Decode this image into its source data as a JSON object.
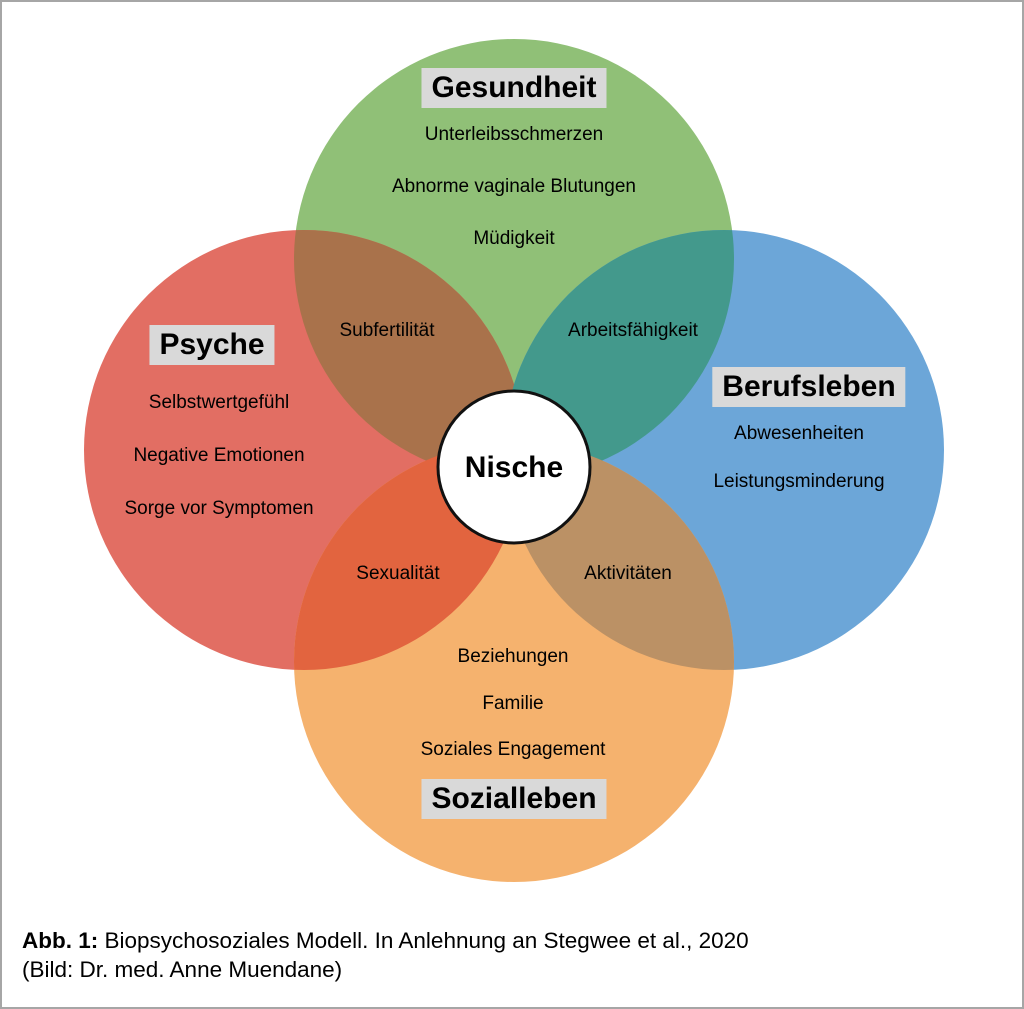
{
  "diagram": {
    "center": {
      "label": "Nische"
    },
    "circles": [
      {
        "id": "gesundheit",
        "title": "Gesundheit",
        "color": "#90c077",
        "items": [
          "Unterleibsschmerzen",
          "Abnorme vaginale Blutungen",
          "Müdigkeit"
        ]
      },
      {
        "id": "psyche",
        "title": "Psyche",
        "color": "#e26e63",
        "items": [
          "Selbstwertgefühl",
          "Negative Emotionen",
          "Sorge vor Symptomen"
        ]
      },
      {
        "id": "berufsleben",
        "title": "Berufsleben",
        "color": "#6ca6d8",
        "items": [
          "Abwesenheiten",
          "Leistungsminderung"
        ]
      },
      {
        "id": "sozialleben",
        "title": "Sozialleben",
        "color": "#f5b26e",
        "items": [
          "Beziehungen",
          "Familie",
          "Soziales Engagement"
        ]
      }
    ],
    "overlaps": [
      {
        "between": [
          "Psyche",
          "Gesundheit"
        ],
        "label": "Subfertilität",
        "color": "#a9724b"
      },
      {
        "between": [
          "Gesundheit",
          "Berufsleben"
        ],
        "label": "Arbeitsfähigkeit",
        "color": "#43998c"
      },
      {
        "between": [
          "Psyche",
          "Sozialleben"
        ],
        "label": "Sexualität",
        "color": "#e2643f"
      },
      {
        "between": [
          "Sozialleben",
          "Berufsleben"
        ],
        "label": "Aktivitäten",
        "color": "#bb9165"
      }
    ]
  },
  "caption": {
    "figure_label": "Abb. 1:",
    "text": " Biopsychosoziales Modell. In Anlehnung an Stegwee et al., 2020",
    "line2": "(Bild: Dr. med. Anne Muendane)"
  }
}
